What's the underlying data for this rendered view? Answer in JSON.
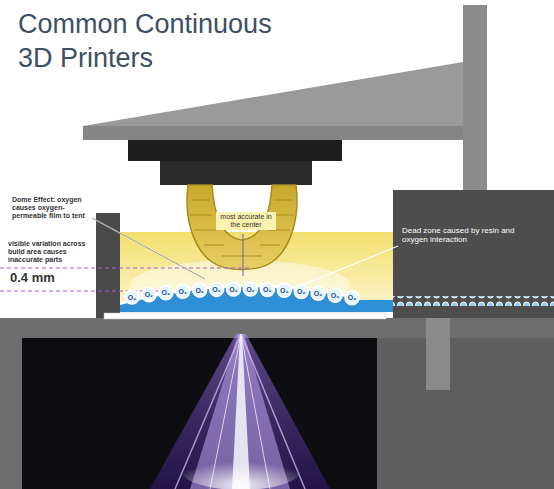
{
  "diagram": {
    "title": "Common Continuous 3D Printers",
    "labels": [
      "Dome Effect: oxygen causes oxygen-permeable film to tent",
      "most accurate in the center",
      "visible variation across build area causes inaccurate parts",
      "0.4 mm",
      "Dead zone caused by resin and oxygen interaction",
      "O₂",
      "O₂",
      "O₂",
      "O₂",
      "O₂",
      "O₂",
      "O₂",
      "O₂",
      "O₂",
      "O₂",
      "O₂",
      "O₂",
      "O₂",
      "O₂"
    ]
  }
}
